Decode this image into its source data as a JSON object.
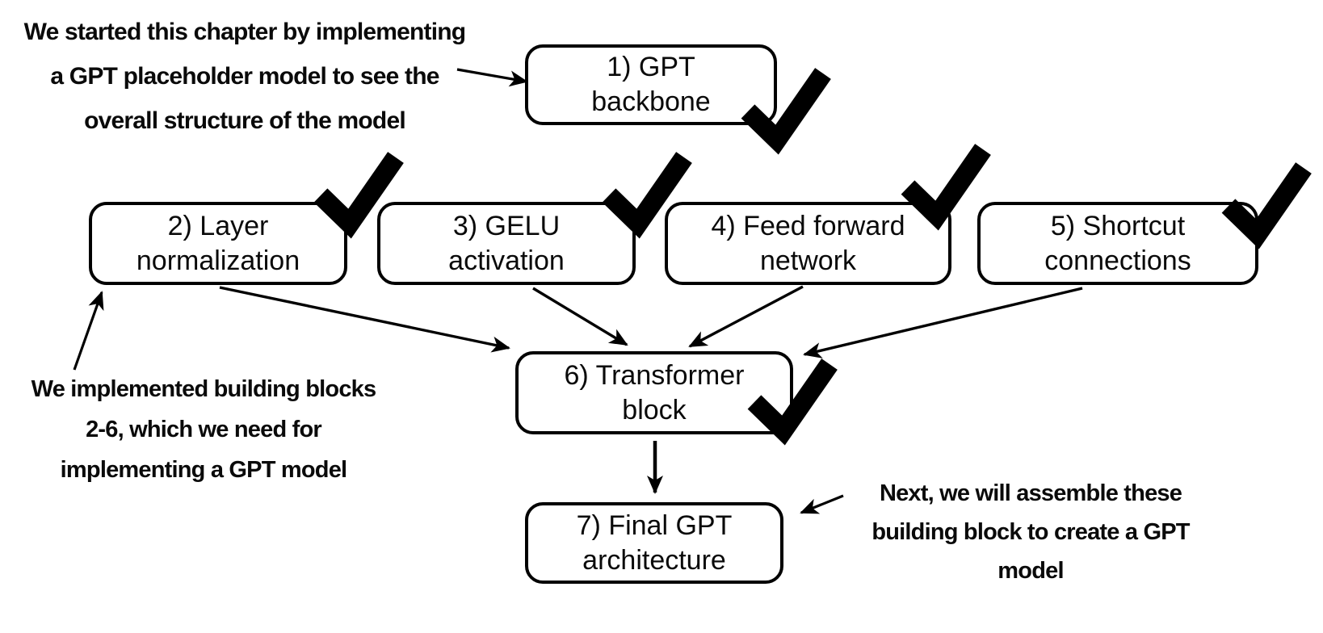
{
  "nodes": [
    {
      "label": "1) GPT\nbackbone",
      "checked": true
    },
    {
      "label": "2) Layer\nnormalization",
      "checked": true
    },
    {
      "label": "3) GELU\nactivation",
      "checked": true
    },
    {
      "label": "4) Feed forward\nnetwork",
      "checked": true
    },
    {
      "label": "5) Shortcut\nconnections",
      "checked": true
    },
    {
      "label": "6) Transformer\nblock",
      "checked": true
    },
    {
      "label": "7) Final GPT\narchitecture",
      "checked": false
    }
  ],
  "annotations": [
    {
      "text": "We started this chapter by implementing\na GPT placeholder model to see the\noverall structure of the model",
      "points_to": "1) GPT backbone"
    },
    {
      "text": "We implemented building blocks\n2-6, which we need for\nimplementing a GPT model",
      "points_to": "2) Layer normalization"
    },
    {
      "text": "Next, we will assemble these\nbuilding block to create a GPT\nmodel",
      "points_to": "7) Final GPT architecture"
    }
  ],
  "edges": [
    {
      "from": "2) Layer normalization",
      "to": "6) Transformer block"
    },
    {
      "from": "3) GELU activation",
      "to": "6) Transformer block"
    },
    {
      "from": "4) Feed forward network",
      "to": "6) Transformer block"
    },
    {
      "from": "5) Shortcut connections",
      "to": "6) Transformer block"
    },
    {
      "from": "6) Transformer block",
      "to": "7) Final GPT architecture"
    }
  ],
  "icons": {
    "checkmark": "checkmark-icon"
  },
  "colors": {
    "ink": "#000000",
    "background": "#ffffff"
  }
}
